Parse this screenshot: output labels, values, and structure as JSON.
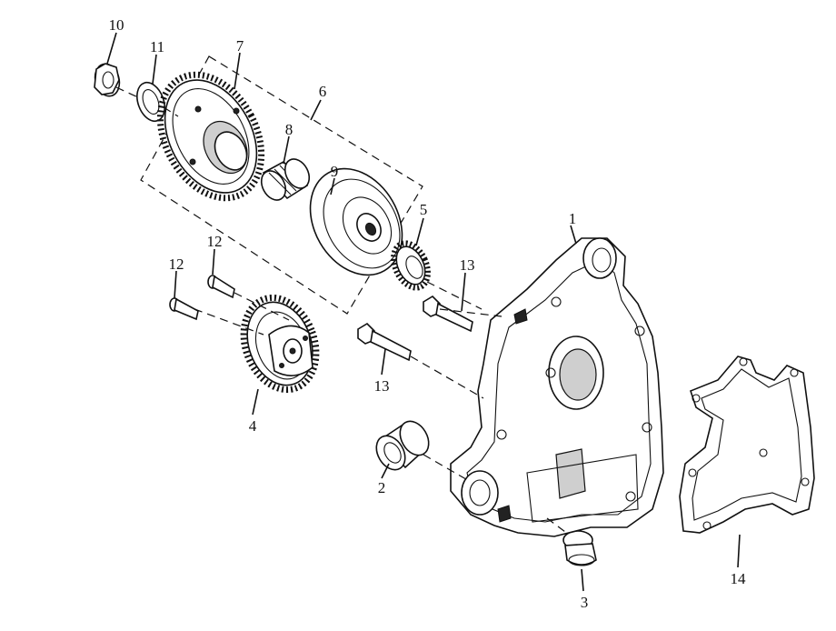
{
  "callouts": [
    {
      "id": "1",
      "text": "1"
    },
    {
      "id": "2",
      "text": "2"
    },
    {
      "id": "3",
      "text": "3"
    },
    {
      "id": "4",
      "text": "4"
    },
    {
      "id": "5",
      "text": "5"
    },
    {
      "id": "6",
      "text": "6"
    },
    {
      "id": "7",
      "text": "7"
    },
    {
      "id": "8",
      "text": "8"
    },
    {
      "id": "9",
      "text": "9"
    },
    {
      "id": "10",
      "text": "10"
    },
    {
      "id": "11",
      "text": "11"
    },
    {
      "id": "12a",
      "text": "12"
    },
    {
      "id": "12b",
      "text": "12"
    },
    {
      "id": "13a",
      "text": "13"
    },
    {
      "id": "13b",
      "text": "13"
    },
    {
      "id": "14",
      "text": "14"
    }
  ]
}
